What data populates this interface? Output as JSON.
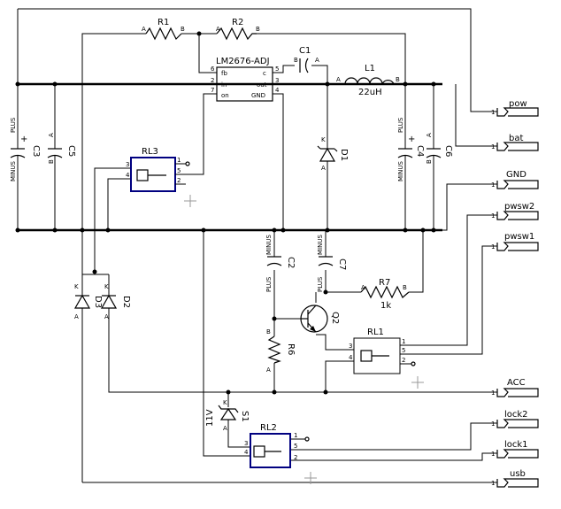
{
  "components": {
    "r1": {
      "ref": "R1",
      "pin_a": "A",
      "pin_b": "B"
    },
    "r2": {
      "ref": "R2",
      "pin_a": "A",
      "pin_b": "B"
    },
    "r6": {
      "ref": "R6",
      "pin_a": "A",
      "pin_b": "B"
    },
    "r7": {
      "ref": "R7",
      "value": "1k",
      "pin_a": "A",
      "pin_b": "B"
    },
    "l1": {
      "ref": "L1",
      "value": "22uH",
      "pin_a": "A",
      "pin_b": "B"
    },
    "c1": {
      "ref": "C1",
      "pin_a": "A",
      "pin_b": "B"
    },
    "c2": {
      "ref": "C2",
      "plus": "PLUS",
      "minus": "MINUS"
    },
    "c3": {
      "ref": "C3",
      "plus": "PLUS",
      "minus": "MINUS",
      "sign": "+"
    },
    "c4": {
      "ref": "C4",
      "plus": "PLUS",
      "minus": "MINUS",
      "sign": "+"
    },
    "c5": {
      "ref": "C5",
      "pin_a": "A",
      "pin_b": "B"
    },
    "c6": {
      "ref": "C6",
      "pin_a": "A",
      "pin_b": "B"
    },
    "c7": {
      "ref": "C7",
      "plus": "PLUS",
      "minus": "MINUS"
    },
    "d1": {
      "ref": "D1",
      "pin_k": "K",
      "pin_a": "A"
    },
    "d2": {
      "ref": "D2",
      "pin_k": "K",
      "pin_a": "A"
    },
    "d3": {
      "ref": "D3",
      "pin_k": "K",
      "pin_a": "A"
    },
    "s1": {
      "ref": "S1",
      "value": "11V",
      "pin_k": "K",
      "pin_a": "A"
    },
    "q2": {
      "ref": "Q2"
    },
    "u1": {
      "ref": "LM2676-ADJ",
      "pins_left": [
        {
          "name": "fb",
          "num": "6"
        },
        {
          "name": "in",
          "num": "2"
        },
        {
          "name": "on",
          "num": "7"
        }
      ],
      "pins_right": [
        {
          "name": "c",
          "num": "5"
        },
        {
          "name": "out",
          "num": "3"
        },
        {
          "name": "GND",
          "num": "4"
        }
      ]
    },
    "rl1": {
      "ref": "RL1",
      "pins": [
        "1",
        "5",
        "2",
        "3",
        "4"
      ]
    },
    "rl2": {
      "ref": "RL2",
      "pins": [
        "1",
        "5",
        "2",
        "3",
        "4"
      ]
    },
    "rl3": {
      "ref": "RL3",
      "pins": [
        "1",
        "5",
        "2",
        "3",
        "4"
      ]
    }
  },
  "connectors": [
    {
      "label": "pow",
      "pin": "1"
    },
    {
      "label": "bat",
      "pin": "1"
    },
    {
      "label": "GND",
      "pin": "1"
    },
    {
      "label": "pwsw2",
      "pin": "1"
    },
    {
      "label": "pwsw1",
      "pin": "1"
    },
    {
      "label": "ACC",
      "pin": "1"
    },
    {
      "label": "lock2",
      "pin": "1"
    },
    {
      "label": "lock1",
      "pin": "1"
    },
    {
      "label": "usb",
      "pin": "1"
    }
  ]
}
